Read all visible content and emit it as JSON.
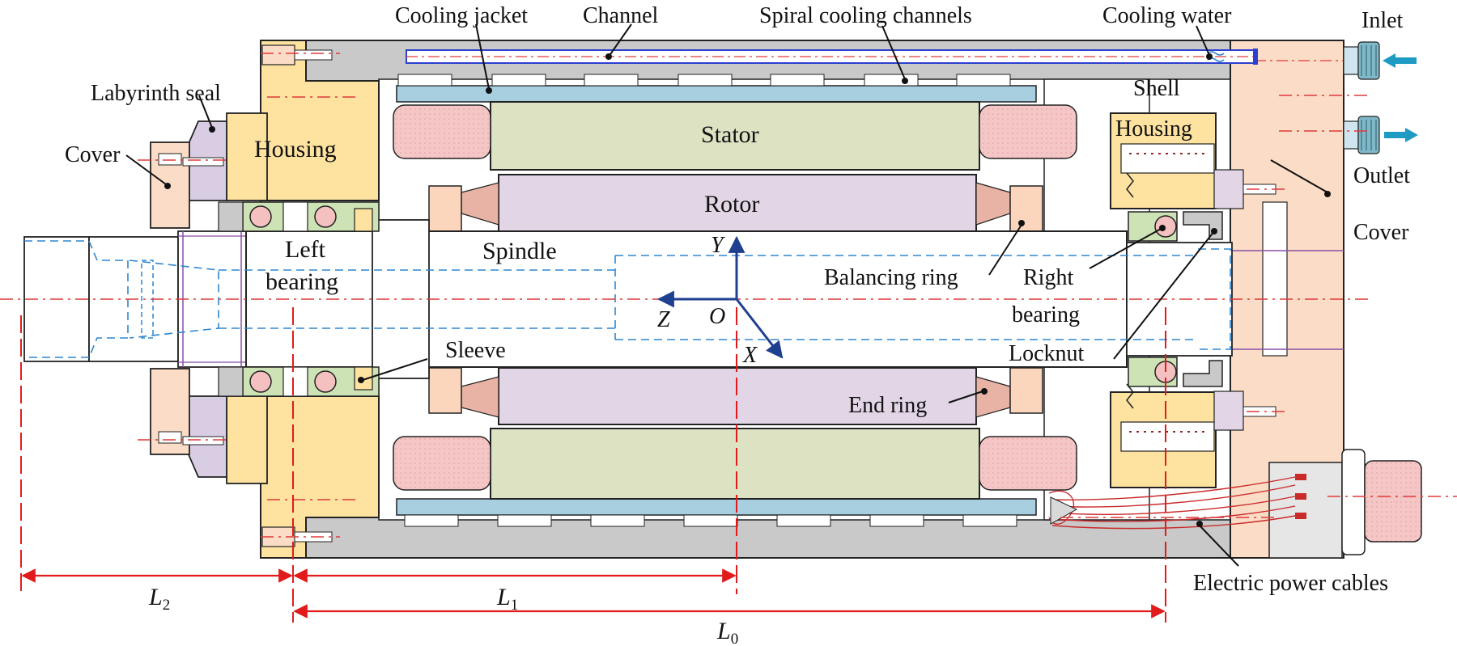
{
  "labels": {
    "cooling_jacket": "Cooling jacket",
    "channel": "Channel",
    "spiral_cooling_channels": "Spiral cooling channels",
    "cooling_water": "Cooling water",
    "inlet": "Inlet",
    "outlet": "Outlet",
    "labyrinth_seal": "Labyrinth seal",
    "housing_left": "Housing",
    "housing_right": "Housing",
    "shell": "Shell",
    "cover_left": "Cover",
    "cover_right": "Cover",
    "stator": "Stator",
    "rotor": "Rotor",
    "spindle": "Spindle",
    "left_bearing_1": "Left",
    "left_bearing_2": "bearing",
    "balancing_ring": "Balancing ring",
    "right_bearing_1": "Right",
    "right_bearing_2": "bearing",
    "sleeve": "Sleeve",
    "locknut": "Locknut",
    "end_ring": "End ring",
    "electric_power_cables": "Electric power cables"
  },
  "axes": {
    "y": "Y",
    "z": "Z",
    "o": "O",
    "x": "X"
  },
  "dimensions": {
    "l2": {
      "main": "L",
      "sub": "2"
    },
    "l1": {
      "main": "L",
      "sub": "1"
    },
    "l0": {
      "main": "L",
      "sub": "0"
    }
  },
  "colors": {
    "housing": "#fde2a0",
    "shell": "#c9c9c9",
    "stator": "#dde2c3",
    "rotor": "#e2d6e6",
    "winding": "#f4c6c6",
    "cover": "#fbdcc6",
    "jacket": "#a7cfe0",
    "seal": "#d9cde4",
    "bearing_ball": "#f4c0c0",
    "bearing_race": "#cde3b5",
    "centerline": "#e03a3a",
    "axis_blue": "#1f3f8f",
    "hidden_blue": "#2f86d0"
  }
}
